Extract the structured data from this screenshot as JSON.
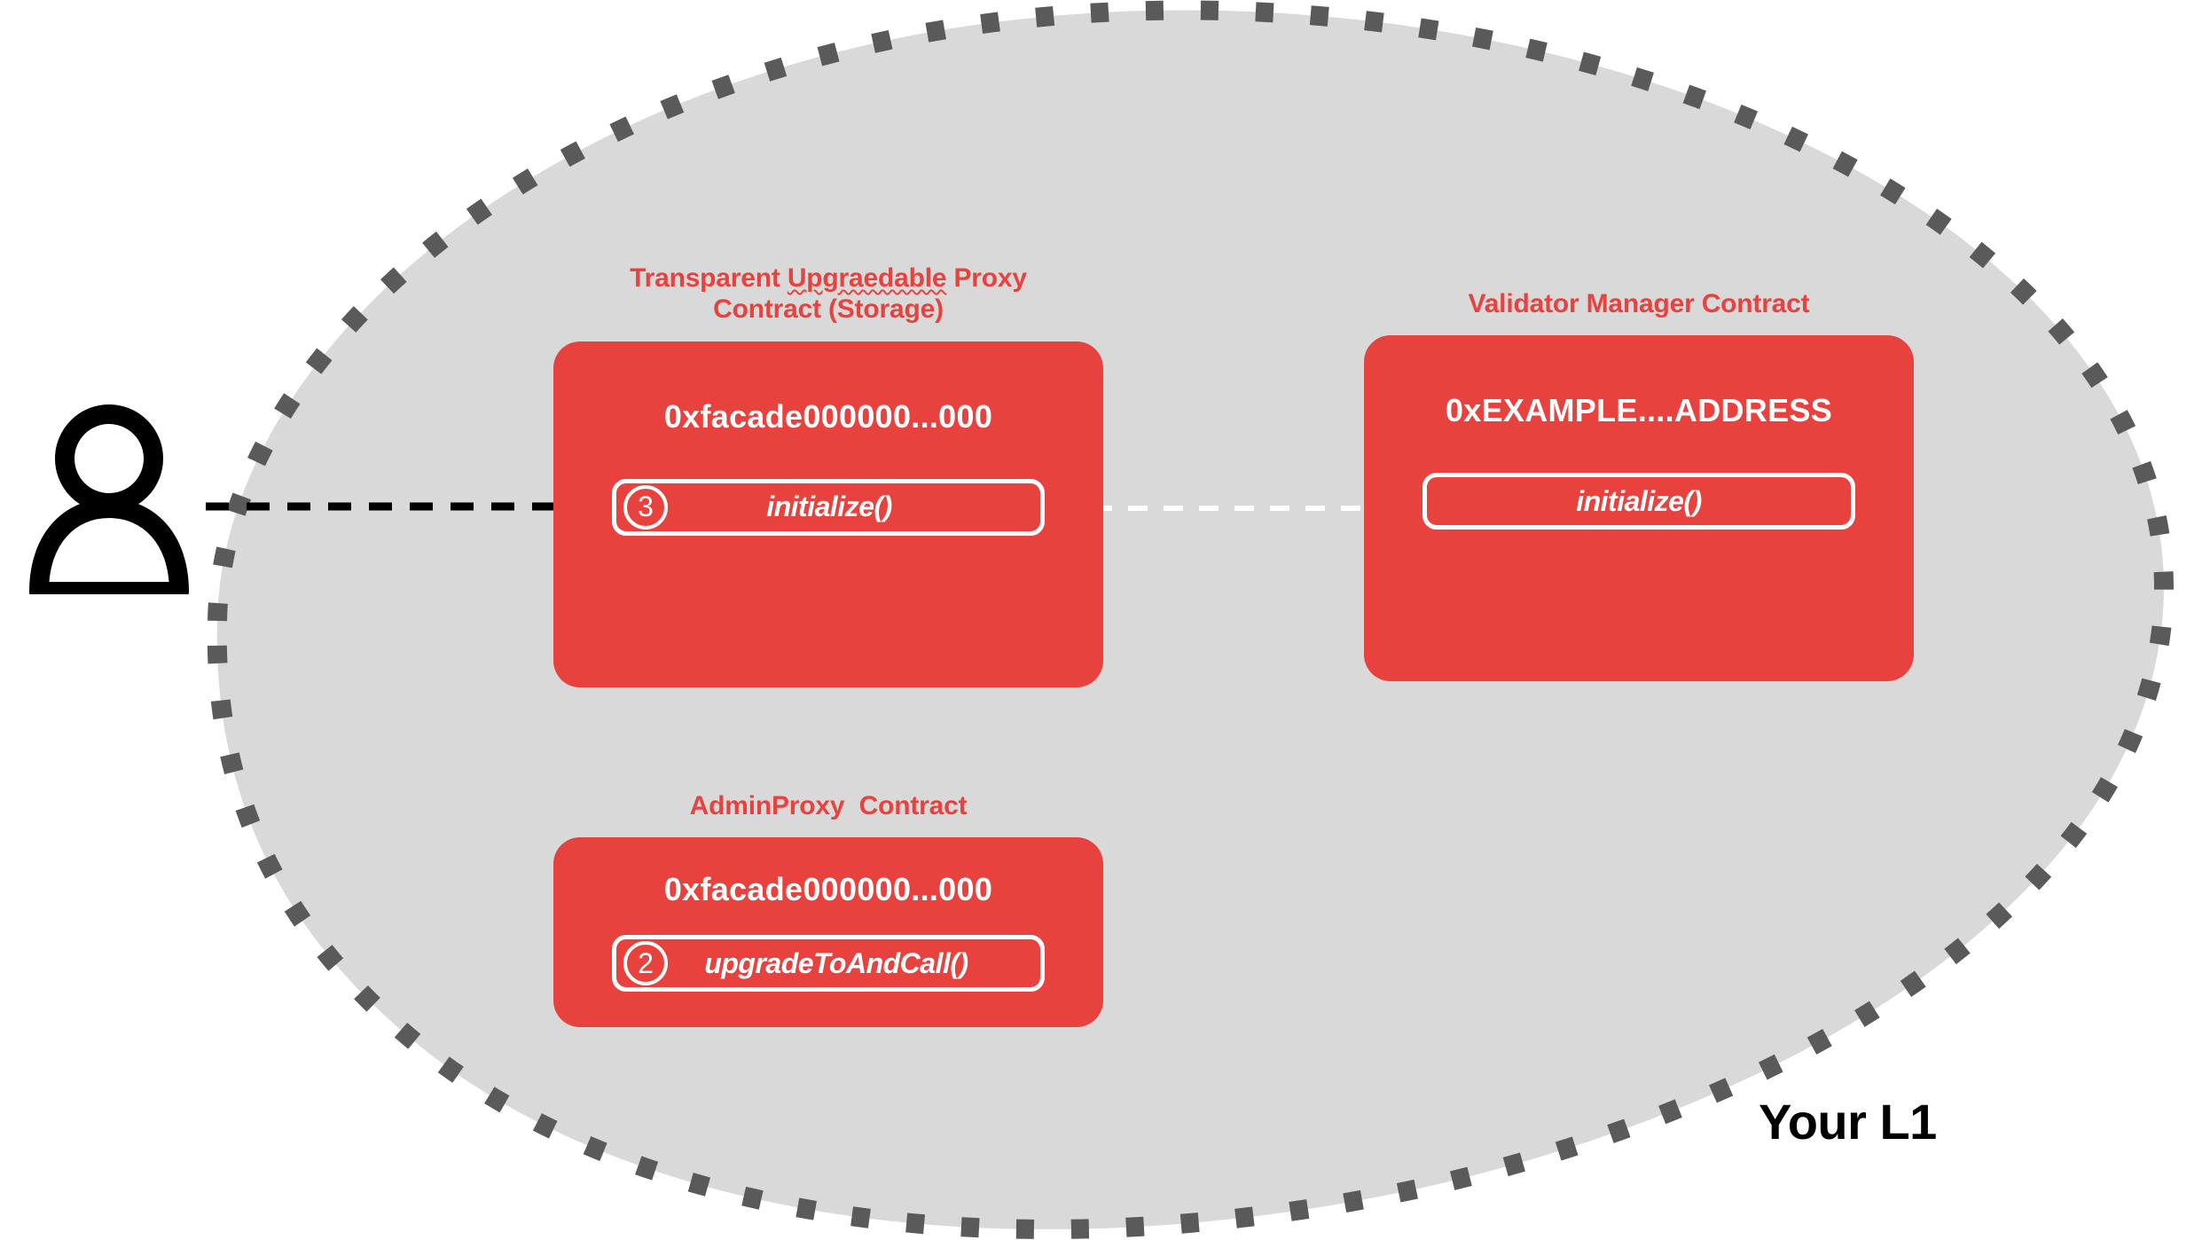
{
  "zone": {
    "label": "Your L1",
    "fill_color": "#D9D9D9",
    "border_color": "#5A5A5A",
    "border_style": "dotted"
  },
  "actor": {
    "icon": "person-icon",
    "label": ""
  },
  "theme": {
    "contract_red": "#E8423F",
    "text_white": "#FFFFFF",
    "background": "#FFFFFF"
  },
  "contracts": [
    {
      "id": "transparent-upgradeable-proxy",
      "title_line1_prefix": "Transparent ",
      "title_line1_misspelled": "Upgraedable",
      "title_line1_suffix": " Proxy",
      "title_line2": "Contract (Storage)",
      "title_full": "Transparent Upgraedable Proxy Contract (Storage)",
      "address": "0xfacade000000...000",
      "methods": [
        {
          "step": "3",
          "name": "initialize()"
        }
      ]
    },
    {
      "id": "validator-manager",
      "title_full": "Validator Manager Contract",
      "address": "0xEXAMPLE....ADDRESS",
      "methods": [
        {
          "step": "",
          "name": "initialize()"
        }
      ]
    },
    {
      "id": "admin-proxy",
      "title_full": "AdminProxy  Contract",
      "address": "0xfacade000000...000",
      "methods": [
        {
          "step": "2",
          "name": "upgradeToAndCall()"
        }
      ]
    }
  ],
  "connectors": [
    {
      "id": "user-to-proxy",
      "from": "user-actor",
      "to": "transparent-upgradeable-proxy",
      "color": "#000000",
      "style": "dashed",
      "arrow": "end"
    },
    {
      "id": "proxy-to-validator",
      "from": "transparent-upgradeable-proxy",
      "to": "validator-manager",
      "color": "#FFFFFF",
      "style": "dashed",
      "arrow": "end"
    }
  ]
}
